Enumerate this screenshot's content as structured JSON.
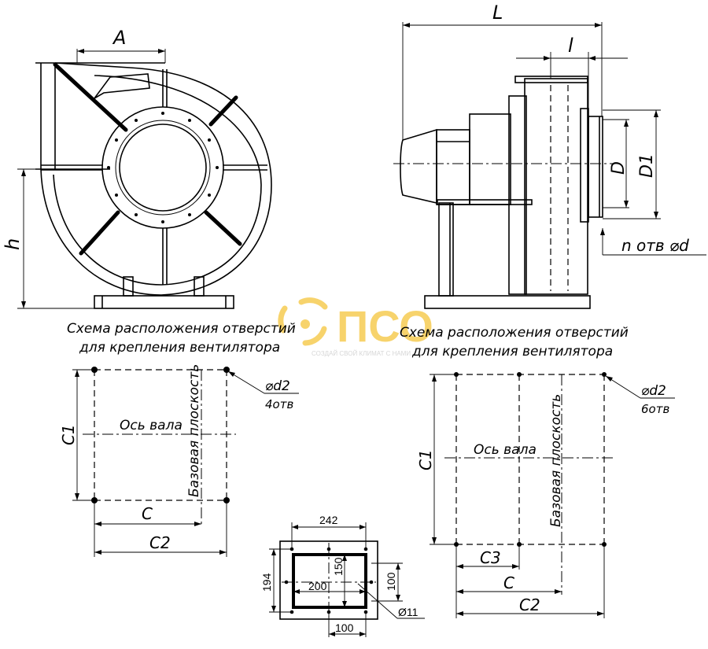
{
  "colors": {
    "line": "#000000",
    "logo": "#f5c53c",
    "background": "#ffffff"
  },
  "front_view": {
    "dim_a": "A",
    "dim_h": "h"
  },
  "side_view": {
    "dim_L": "L",
    "dim_l": "l",
    "dim_D": "D",
    "dim_D1": "D1",
    "holes_callout": "n отв ⌀d"
  },
  "watermark": {
    "brand": "ПСО",
    "slogan": "СОЗДАЙ СВОЙ КЛИМАТ С НАМИ"
  },
  "left_scheme": {
    "title_line1": "Схема расположения отверстий",
    "title_line2": "для крепления вентилятора",
    "hole_dia": "⌀d2",
    "hole_count": "4отв",
    "shaft_axis": "Ось вала",
    "base_plane": "Базовая плоскость",
    "dim_c1": "C1",
    "dim_c": "C",
    "dim_c2": "C2"
  },
  "right_scheme": {
    "title_line1": "Схема расположения отверстий",
    "title_line2": "для крепления вентилятора",
    "hole_dia": "⌀d2",
    "hole_count": "6отв",
    "shaft_axis": "Ось вала",
    "base_plane": "Базовая плоскость",
    "dim_c1": "C1",
    "dim_c3": "C3",
    "dim_c": "C",
    "dim_c2": "C2"
  },
  "flange": {
    "dim_242": "242",
    "dim_194": "194",
    "dim_200": "200",
    "dim_150": "150",
    "dim_100_side": "100",
    "dim_100_bottom": "100",
    "hole": "Ø11"
  }
}
